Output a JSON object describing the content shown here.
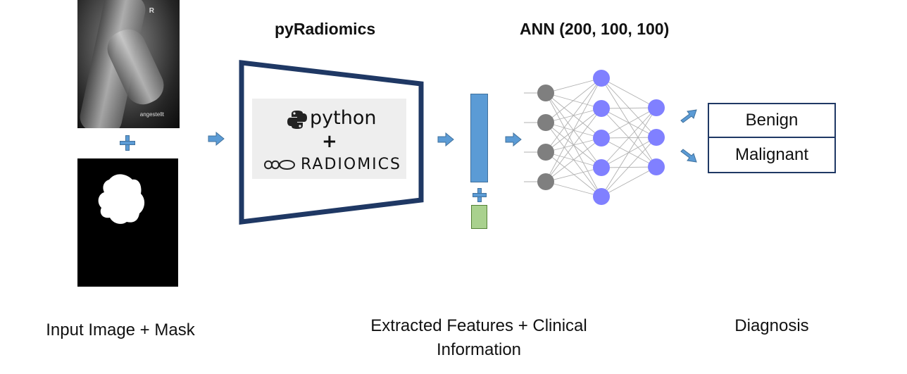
{
  "input": {
    "xray_marker": "R",
    "xray_annotation": "angestellt",
    "caption": "Input Image + Mask"
  },
  "extractor": {
    "title": "pyRadiomics",
    "logo_python": "python",
    "logo_plus": "+",
    "logo_radiomics": "RADIOMICS"
  },
  "features": {
    "caption_line1": "Extracted Features + Clinical",
    "caption_line2": "Information"
  },
  "network": {
    "title": "ANN (200, 100, 100)"
  },
  "diagnosis": {
    "classes": [
      "Benign",
      "Malignant"
    ],
    "caption": "Diagnosis"
  },
  "colors": {
    "arrow": "#5b9bd5",
    "frame": "#1f3864",
    "input_node": "#7f7f7f",
    "hidden_node": "#8080ff",
    "feature_bar": "#5b9bd5",
    "clinical_bar": "#a9d18e"
  }
}
